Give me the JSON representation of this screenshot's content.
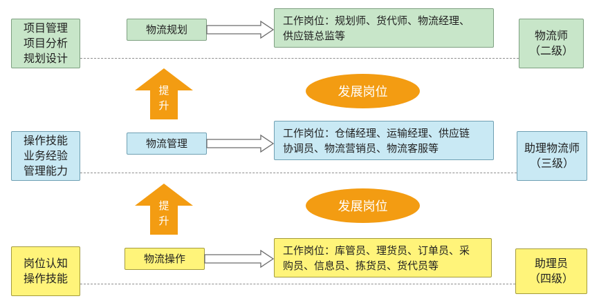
{
  "rows": [
    {
      "left": "项目管理\n项目分析\n规划设计",
      "skill": "物流规划",
      "post": "工作岗位：规划师、货代师、物流经理、\n供应链总监等",
      "level": "物流师\n（二级）"
    },
    {
      "left": "操作技能\n业务经验\n管理能力",
      "skill": "物流管理",
      "post": "工作岗位：仓储经理、运输经理、供应链\n协调员、物流营销员、物流客服等",
      "level": "助理物流师\n（三级）"
    },
    {
      "left": "岗位认知\n操作技能",
      "skill": "物流操作",
      "post": "工作岗位：库管员、理货员、订单员、采\n购员、信息员、拣货员、货代员等",
      "level": "助理员\n（四级）"
    }
  ],
  "transitions": [
    {
      "arrow_label": "提\n升",
      "pill": "发展岗位"
    },
    {
      "arrow_label": "提\n升",
      "pill": "发展岗位"
    }
  ],
  "colors": {
    "green": "#c8e6c9",
    "blue": "#c9e9f4",
    "yellow": "#fff47a",
    "orange": "#f39c12"
  }
}
